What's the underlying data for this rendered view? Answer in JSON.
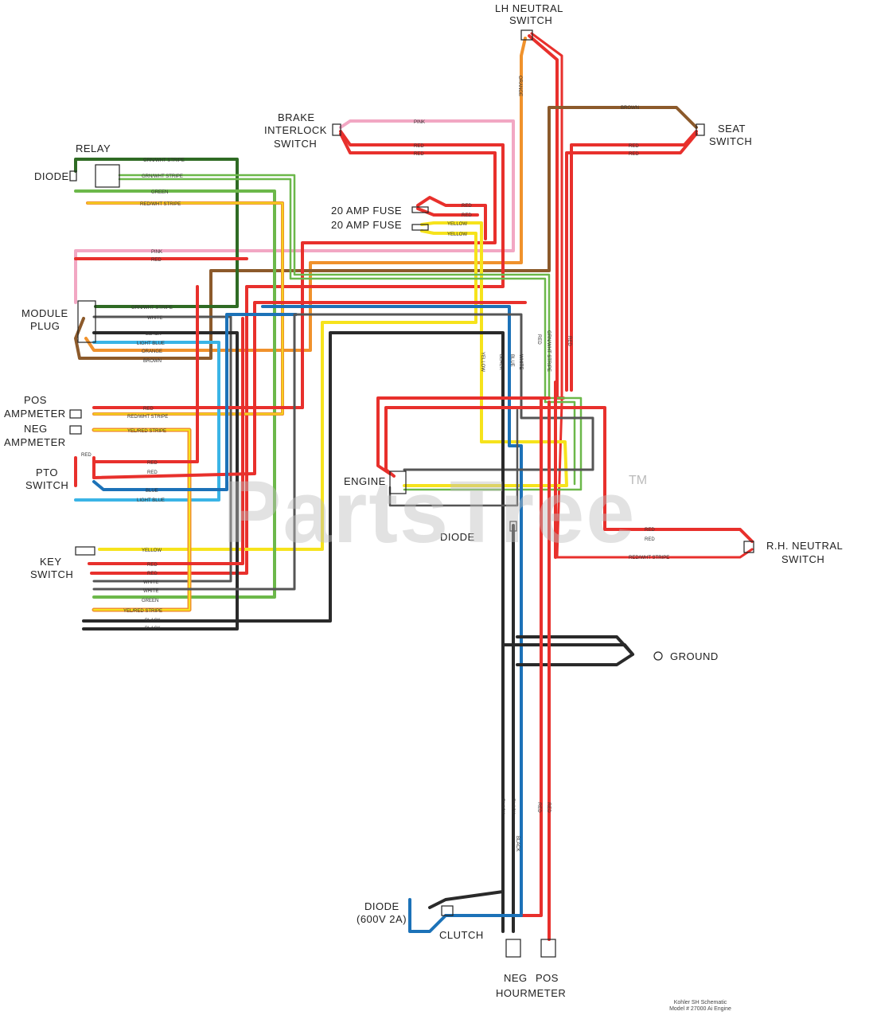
{
  "labels": {
    "lh_neutral": [
      "LH NEUTRAL",
      "SWITCH"
    ],
    "brake": [
      "BRAKE",
      "INTERLOCK",
      "SWITCH"
    ],
    "seat": [
      "SEAT",
      "SWITCH"
    ],
    "relay": "RELAY",
    "diode_left": "DIODE",
    "fuse1": "20 AMP FUSE",
    "fuse2": "20 AMP FUSE",
    "module": [
      "MODULE",
      "PLUG"
    ],
    "pos_amp": [
      "POS",
      "AMPMETER"
    ],
    "neg_amp": [
      "NEG",
      "AMPMETER"
    ],
    "pto": [
      "PTO",
      "SWITCH"
    ],
    "engine": "ENGINE",
    "diode_mid": "DIODE",
    "rh_neutral": [
      "R.H. NEUTRAL",
      "SWITCH"
    ],
    "key": [
      "KEY",
      "SWITCH"
    ],
    "ground": "GROUND",
    "diode_bottom": [
      "DIODE",
      "(600V 2A)"
    ],
    "clutch": "CLUTCH",
    "hourmeter_neg": "NEG",
    "hourmeter_pos": "POS",
    "hourmeter": "HOURMETER"
  },
  "wire_labels": {
    "orange": "ORANGE",
    "pink": "PINK",
    "red": "RED",
    "brown": "BROWN",
    "yellow": "YELLOW",
    "blue": "BLUE",
    "black": "BLACK",
    "white": "WHITE",
    "green": "GREEN",
    "light_blue": "LIGHT BLUE",
    "grn_wht": "GRN/WHT STRIPE",
    "red_wht": "RED/WHT STRIPE",
    "yel_red": "YEL/RED STRIPE"
  },
  "watermark": "PartsTree",
  "trademark": "TM",
  "footnote": [
    "Kohler SH Schematic",
    "Model # 27000 Ai Engine"
  ],
  "colors": {
    "red": "#e8302c",
    "green": "#6cb84a",
    "darkgreen": "#2f6b24",
    "pink": "#f2a7c3",
    "orange": "#f0922c",
    "brown": "#8c5a2b",
    "yellow": "#f6e31c",
    "blue": "#1c72b8",
    "lightblue": "#3ab4e6",
    "black": "#2a2a2a"
  }
}
